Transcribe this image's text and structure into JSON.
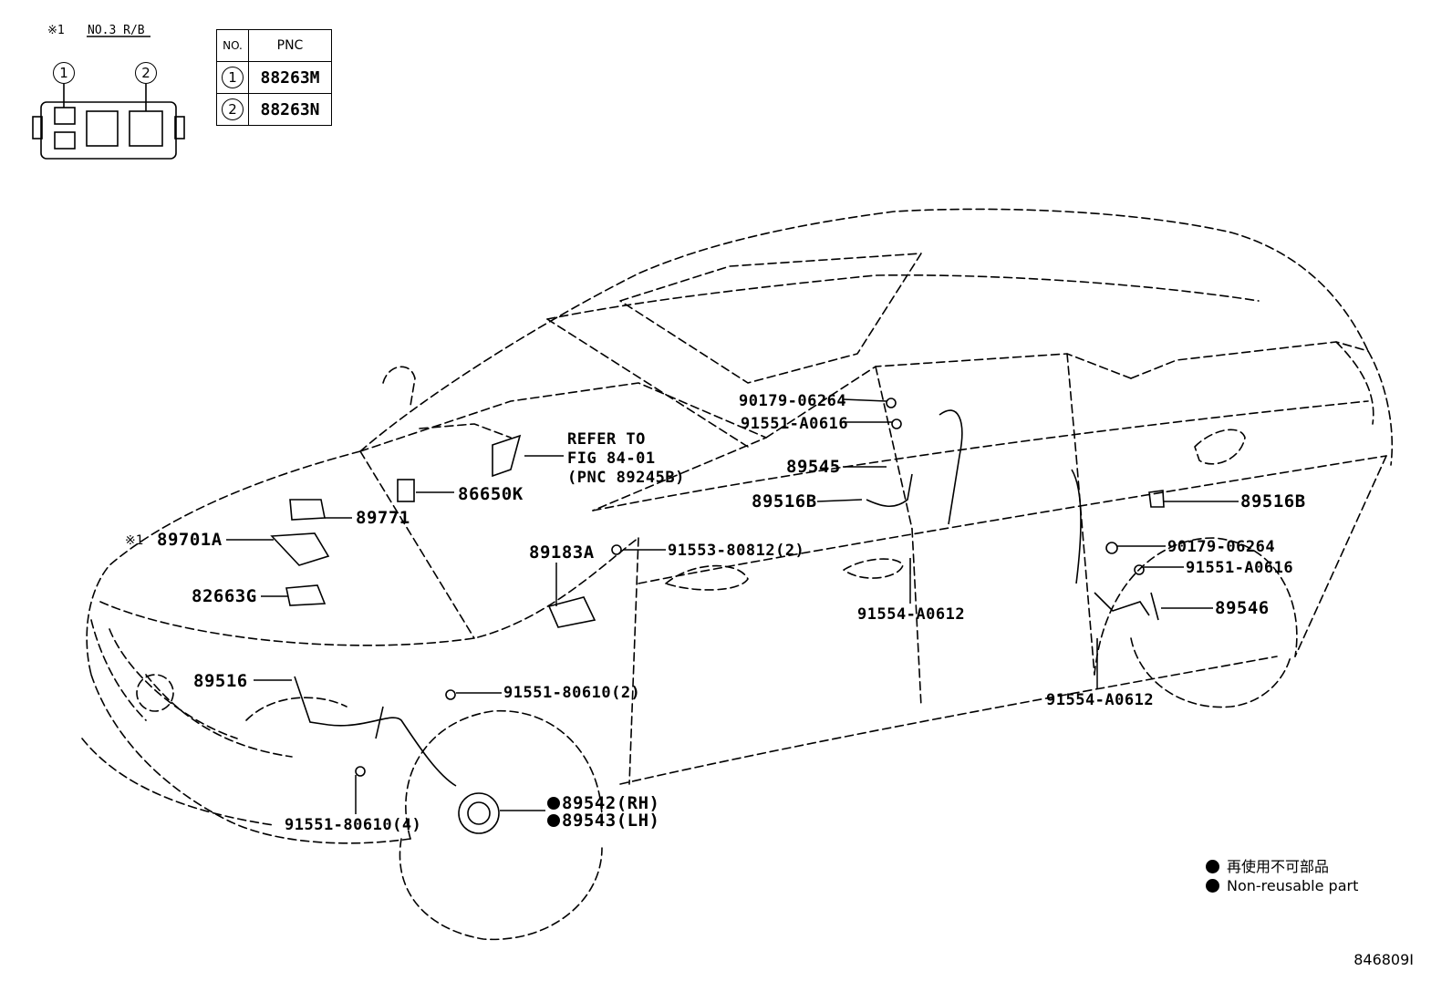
{
  "inset": {
    "note_mark": "※1",
    "note_text": "NO.3 R/B",
    "callouts": [
      "1",
      "2"
    ]
  },
  "pnc_table": {
    "headers": [
      "NO.",
      "PNC"
    ],
    "rows": [
      {
        "no": "1",
        "pnc": "88263M"
      },
      {
        "no": "2",
        "pnc": "88263N"
      }
    ]
  },
  "parts": {
    "p90179_upper": "90179-06264",
    "p91551_a0616_upper": "91551-A0616",
    "p89545": "89545",
    "p89516b_left": "89516B",
    "ref_line1": "REFER TO",
    "ref_line2": "FIG 84-01",
    "ref_line3": "(PNC 89245B)",
    "p86650k": "86650K",
    "p89771": "89771",
    "mark_1": "※1",
    "p89701a": "89701A",
    "p82663g": "82663G",
    "p89183a": "89183A",
    "p91553": "91553-80812(2)",
    "p91554_mid": "91554-A0612",
    "p89516b_right": "89516B",
    "p90179_right": "90179-06264",
    "p91551_a0616_right": "91551-A0616",
    "p89546": "89546",
    "p91554_right": "91554-A0612",
    "p89516": "89516",
    "p91551_80610_2": "91551-80610(2)",
    "p89542": "89542(RH)",
    "p89543": "89543(LH)",
    "p91551_80610_4": "91551-80610(4)"
  },
  "legend": {
    "jp": "再使用不可部品",
    "en": "Non-reusable part"
  },
  "figure_number": "846809I"
}
